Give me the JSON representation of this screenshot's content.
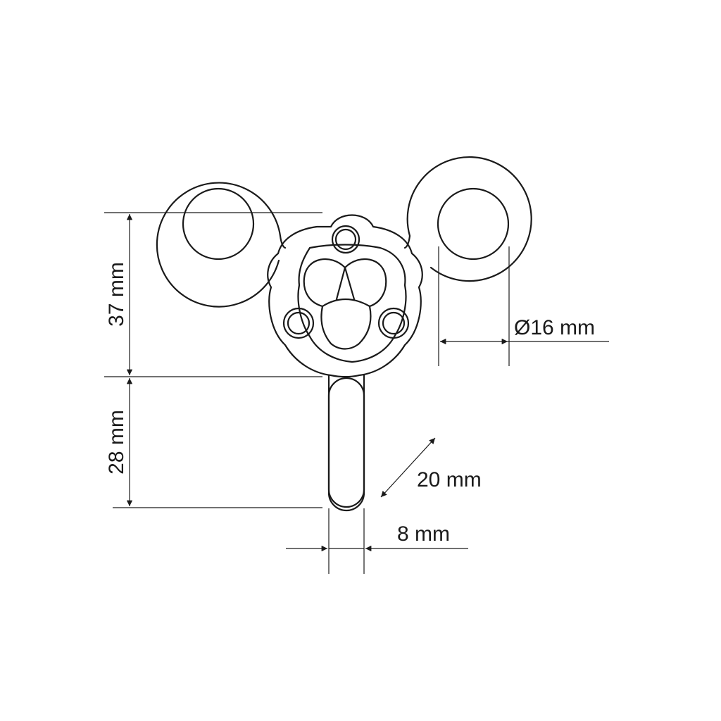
{
  "dimensions": {
    "height_upper": "37 mm",
    "height_lower": "28 mm",
    "hole_diameter": "Ø16 mm",
    "bar_diagonal": "20 mm",
    "bar_width": "8 mm"
  },
  "colors": {
    "stroke": "#1a1a1a",
    "background": "#ffffff"
  }
}
